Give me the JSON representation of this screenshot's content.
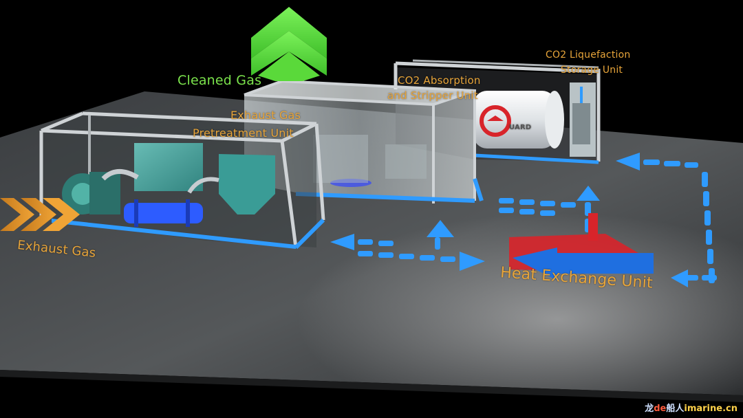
{
  "labels": {
    "cleaned_gas": "Cleaned Gas",
    "exhaust_gas": "Exhaust Gas",
    "pretreatment_l1": "Exhaust Gas",
    "pretreatment_l2": "Pretreatment Unit",
    "absorption_l1": "CO2 Absorption",
    "absorption_l2": "and Stripper Unit",
    "liquefaction_l1": "CO2 Liquefaction",
    "liquefaction_l2": "Storage Unit",
    "heat_exchange": "Heat Exchange Unit"
  },
  "tank_logo": "UARD",
  "watermark": {
    "zh": "龙",
    "de": "de",
    "zh2": "船人",
    "en": "imarine.cn"
  },
  "colors": {
    "label_orange": "#e8a53a",
    "arrow_green": "#4fd63a",
    "flow_blue": "#2f9bff",
    "heat_red": "#d8242a",
    "heat_blue": "#1f6fe0",
    "pipe_blue": "#2d5cff"
  }
}
